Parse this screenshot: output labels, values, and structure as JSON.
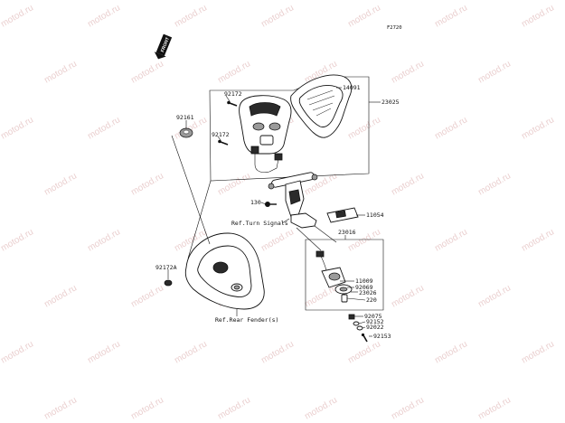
{
  "figure_code": "F2720",
  "watermark": {
    "text": "motod.ru",
    "color": "#d9a8a8"
  },
  "logo": {
    "text": "FRONT",
    "icon": "front-arrow-icon"
  },
  "callouts": {
    "p14091": "14091",
    "p23025": "23025",
    "p92172a": "92172",
    "p92172b": "92172",
    "p92161": "92161",
    "p130": "130",
    "p11054": "11054",
    "p23016": "23016",
    "p92172A": "92172A",
    "p11009": "11009",
    "p92069": "92069",
    "p23026": "23026",
    "p220": "220",
    "p92075": "92075",
    "p92152": "92152",
    "p92022": "92022",
    "p92153": "92153"
  },
  "refs": {
    "turn_signals": "Ref.Turn Signals",
    "rear_fender": "Ref.Rear Fender(s)"
  }
}
